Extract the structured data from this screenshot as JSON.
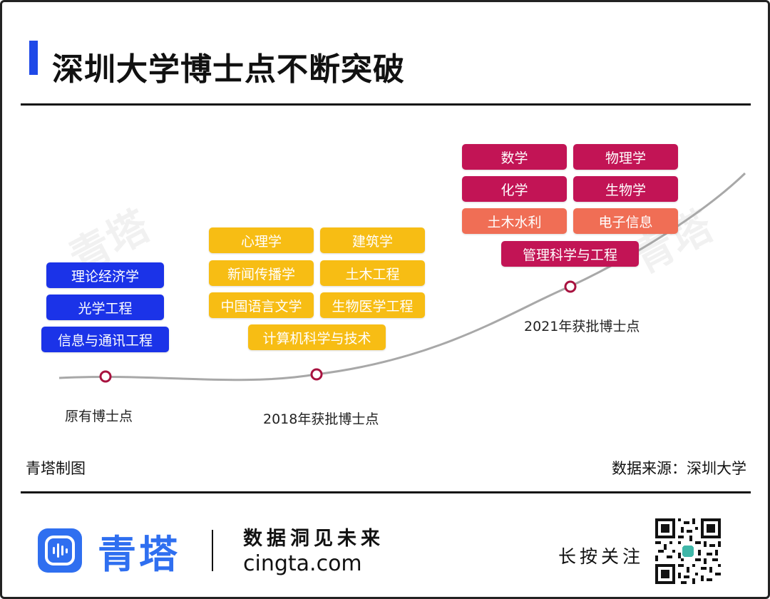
{
  "title": "深圳大学博士点不断突破",
  "stages": [
    {
      "label": "原有博士点",
      "color": "#1b33e8",
      "programs": [
        "理论经济学",
        "光学工程",
        "信息与通讯工程"
      ]
    },
    {
      "label": "2018年获批博士点",
      "color": "#f7bd14",
      "programs": [
        "心理学",
        "建筑学",
        "新闻传播学",
        "土木工程",
        "中国语言文学",
        "生物医学工程",
        "计算机科学与技术"
      ]
    },
    {
      "label": "2021年获批博士点",
      "colors": [
        "#c21455",
        "#f06e55"
      ],
      "programs": [
        "数学",
        "物理学",
        "化学",
        "生物学",
        "土木水利",
        "电子信息",
        "管理科学与工程"
      ]
    }
  ],
  "watermark": "青塔",
  "footer": {
    "credit": "青塔制图",
    "source": "数据来源：深圳大学"
  },
  "brand": {
    "logo_text": "青塔",
    "slogan": "数据洞见未来",
    "site": "cingta.com",
    "follow": "长按关注",
    "logo_icon": "waveform-icon",
    "qr_icon": "qr-code-icon"
  }
}
